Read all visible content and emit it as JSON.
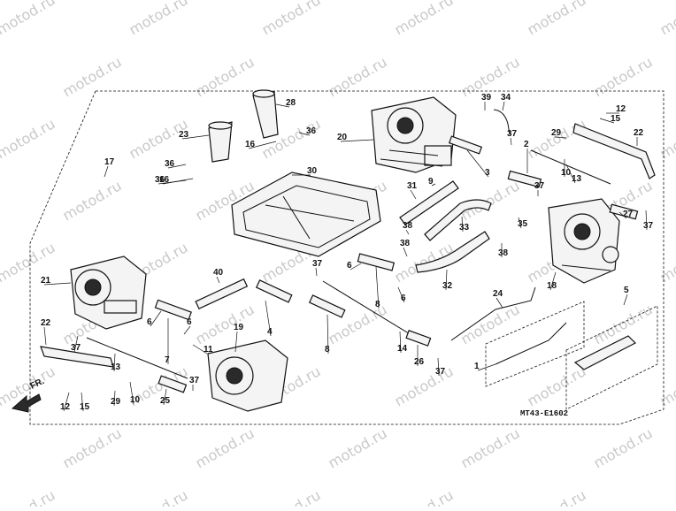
{
  "diagram": {
    "watermark_text": "motod.ru",
    "drawing_code": "MT43-E1602",
    "direction_label": "FR.",
    "callouts": [
      "1",
      "2",
      "3",
      "4",
      "5",
      "6",
      "6",
      "6",
      "6",
      "7",
      "8",
      "8",
      "9",
      "10",
      "10",
      "11",
      "12",
      "12",
      "13",
      "13",
      "14",
      "15",
      "15",
      "16",
      "16",
      "17",
      "18",
      "19",
      "20",
      "21",
      "22",
      "22",
      "23",
      "24",
      "25",
      "26",
      "27",
      "28",
      "29",
      "29",
      "30",
      "31",
      "32",
      "33",
      "34",
      "35",
      "36",
      "36",
      "36",
      "37",
      "37",
      "37",
      "37",
      "37",
      "37",
      "37",
      "38",
      "38",
      "38",
      "39",
      "40"
    ]
  }
}
